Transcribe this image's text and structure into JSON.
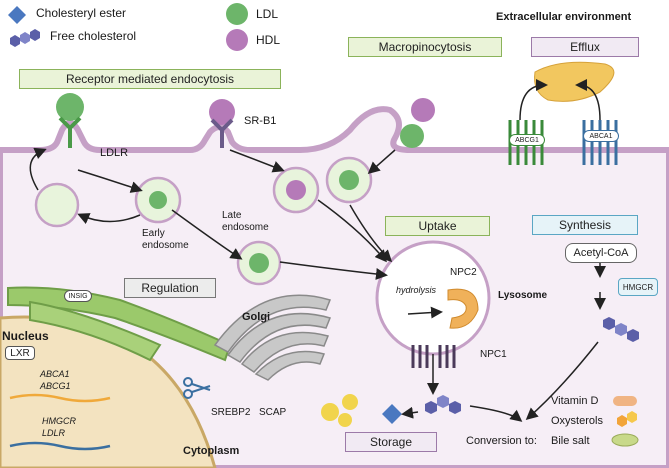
{
  "legend": {
    "cholesteryl_ester": "Cholesteryl ester",
    "free_cholesterol": "Free cholesterol",
    "ldl": "LDL",
    "hdl": "HDL"
  },
  "headers": {
    "extracellular": "Extracellular environment",
    "macropinocytosis": "Macropinocytosis",
    "efflux": "Efflux",
    "receptor_endocytosis": "Receptor mediated endocytosis",
    "uptake": "Uptake",
    "synthesis": "Synthesis",
    "regulation": "Regulation",
    "storage": "Storage"
  },
  "labels": {
    "ldlr": "LDLR",
    "srb1": "SR-B1",
    "abcg1": "ABCG1",
    "abca1": "ABCA1",
    "late_endosome": "Late\nendosome",
    "early_endosome": "Early\nendosome",
    "lysosome": "Lysosome",
    "hydrolysis": "hydrolysis",
    "npc2": "NPC2",
    "npc1": "NPC1",
    "acetyl_coa": "Acetyl-CoA",
    "hmgcr": "HMGCR",
    "golgi": "Golgi",
    "insig": "INSIG",
    "srebp2": "SREBP2",
    "scap": "SCAP",
    "nucleus": "Nucleus",
    "lxr": "LXR",
    "abca1_gene": "ABCA1",
    "abcg1_gene": "ABCG1",
    "hmgcr_gene": "HMGCR",
    "ldlr_gene": "LDLR",
    "cytoplasm": "Cytoplasm",
    "conversion": "Conversion to:",
    "vitamin_d": "Vitamin D",
    "oxysterols": "Oxysterols",
    "bile_salt": "Bile salt"
  },
  "colors": {
    "membrane": "#c5a0c6",
    "cytoplasm": "#f6eef6",
    "nucleus": "#f3e3c0",
    "ldl": "#6db56a",
    "hdl": "#b57ab8",
    "ester": "#4a78c0",
    "free_chol": "#5b5fa8",
    "er": "#9bc96b"
  }
}
